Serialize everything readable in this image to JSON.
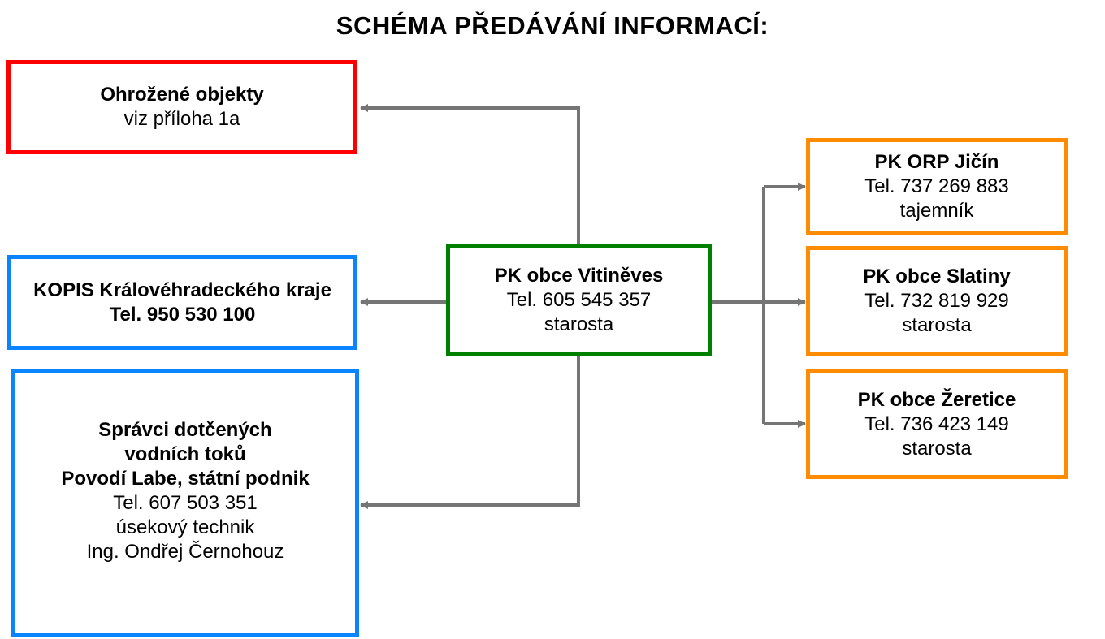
{
  "title": "SCHÉMA PŘEDÁVÁNÍ INFORMACÍ:",
  "colors": {
    "red": "#ff0000",
    "blue": "#0a84ff",
    "green": "#008000",
    "orange": "#ff8c00",
    "connector": "#757575"
  },
  "center": {
    "name": "PK obce Vitiněves",
    "phone": "Tel. 605 545 357",
    "role": "starosta"
  },
  "endangered": {
    "name": "Ohrožené objekty",
    "note": "viz příloha 1a"
  },
  "kopis": {
    "name": "KOPIS Královéhradeckého kraje",
    "phone": "Tel. 950 530 100"
  },
  "water": {
    "line1": "Správci dotčených",
    "line2": "vodních toků",
    "line3": "Povodí Labe, státní podnik",
    "phone": "Tel. 607 503 351",
    "role": "úsekový technik",
    "person": "Ing. Ondřej Černohouz"
  },
  "orp": {
    "name": "PK ORP Jičín",
    "phone": "Tel. 737 269 883",
    "role": "tajemník"
  },
  "slatiny": {
    "name": "PK obce Slatiny",
    "phone": "Tel. 732 819 929",
    "role": "starosta"
  },
  "zeretice": {
    "name": "PK obce Žeretice",
    "phone": "Tel. 736 423 149",
    "role": "starosta"
  }
}
